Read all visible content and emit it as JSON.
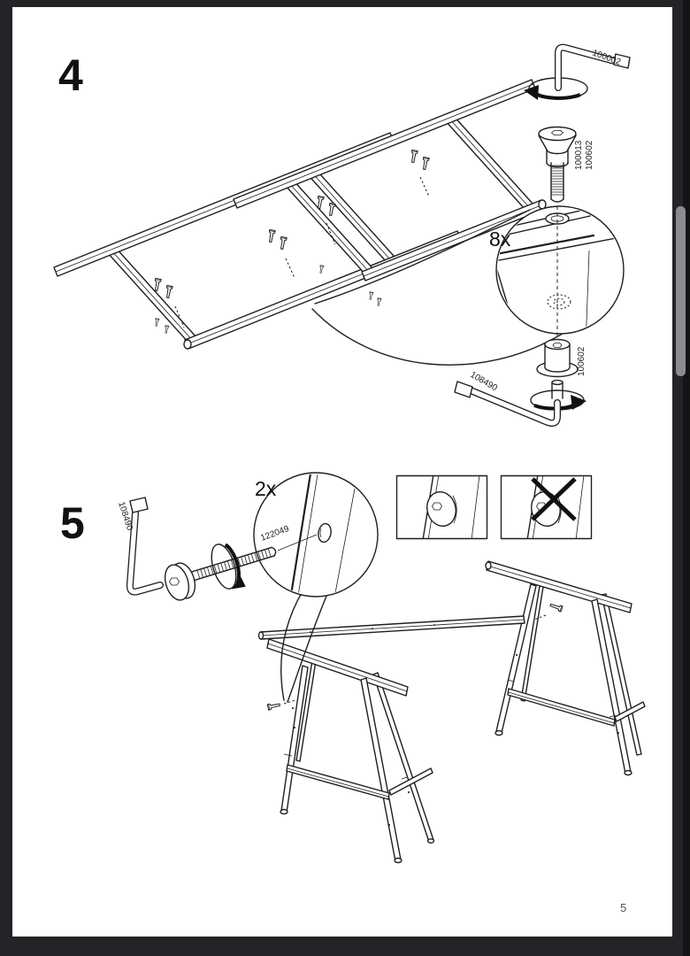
{
  "page": {
    "number": "5",
    "background_color": "#242428",
    "paper_color": "#ffffff",
    "line_color": "#1f1f1f",
    "scrollbar_color": "#8b8b90"
  },
  "step4": {
    "number": "4",
    "quantity": "8x",
    "allen_key_top_part": "100002",
    "bolt_part_a": "100013",
    "bolt_part_b": "100602",
    "sleeve_part": "100602",
    "allen_key_bottom_part": "108490"
  },
  "step5": {
    "number": "5",
    "quantity": "2x",
    "allen_key_part": "108490",
    "bolt_part": "122049"
  }
}
